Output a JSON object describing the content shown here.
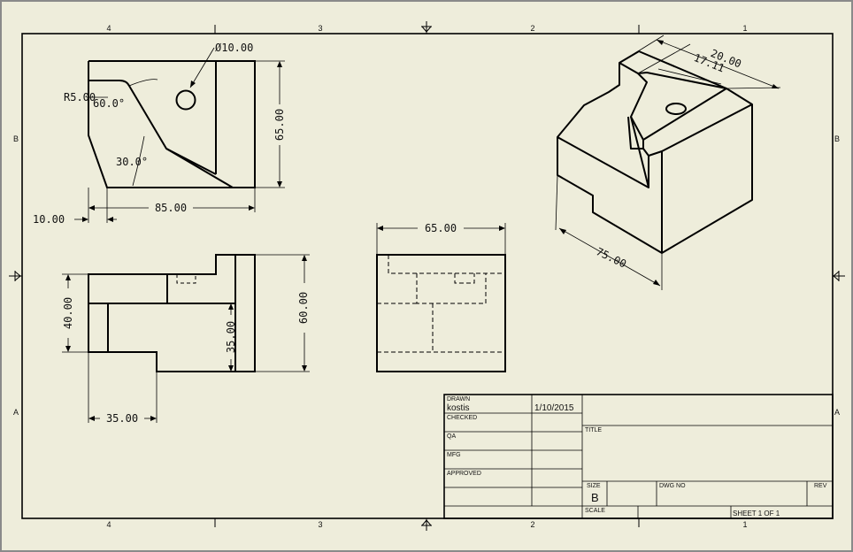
{
  "border": {
    "top_zones": [
      "4",
      "3",
      "2",
      "1"
    ],
    "side_zones": [
      "B",
      "A"
    ]
  },
  "dimensions": {
    "hole_dia": "Ø10.00",
    "radius": "R5.00",
    "angle_60": "60.0°",
    "angle_30": "30.0°",
    "height_65": "65.00",
    "width_85": "85.00",
    "offset_10": "10.00",
    "height_40": "40.00",
    "height_35": "35.00",
    "height_60": "60.00",
    "width_35": "35.00",
    "width_65": "65.00",
    "iso_20": "20.00",
    "iso_17": "17.11",
    "iso_75": "75.00"
  },
  "title_block": {
    "drawn_label": "DRAWN",
    "drawn_by": "kostis",
    "drawn_date": "1/10/2015",
    "checked_label": "CHECKED",
    "qa_label": "QA",
    "mfg_label": "MFG",
    "approved_label": "APPROVED",
    "title_label": "TITLE",
    "size_label": "SIZE",
    "size_value": "B",
    "dwg_no_label": "DWG NO",
    "rev_label": "REV",
    "scale_label": "SCALE",
    "sheet_text": "SHEET 1  OF 1"
  }
}
